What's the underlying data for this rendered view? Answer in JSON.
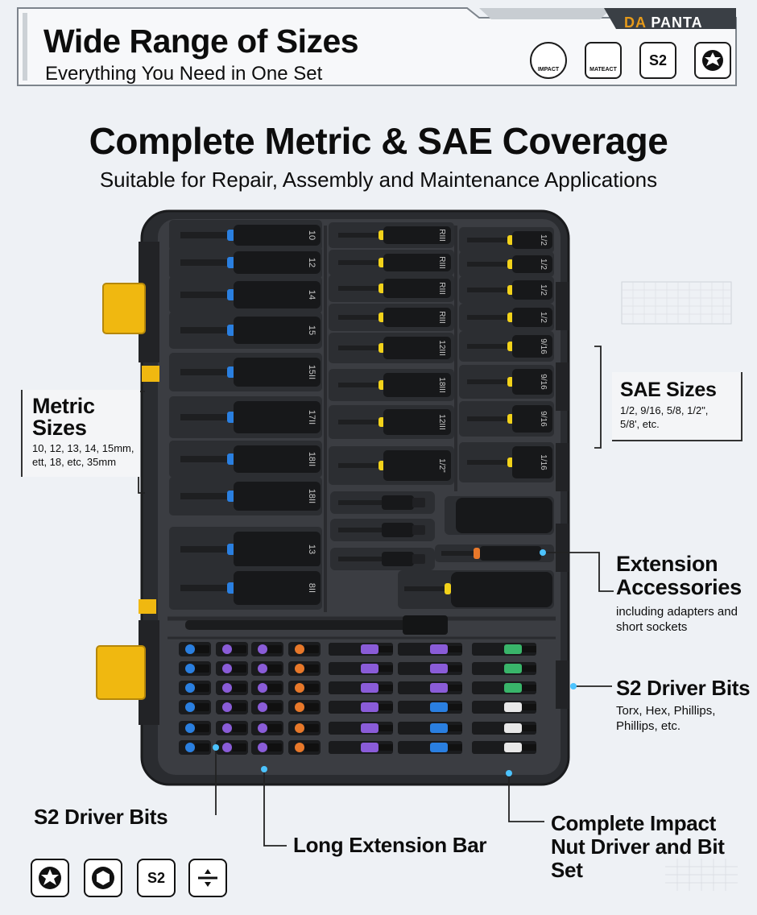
{
  "header": {
    "title": "Wide Range of Sizes",
    "subtitle": "Everything You Need in One Set",
    "brand_a": "DA",
    "brand_b": " PANTA",
    "badges": [
      {
        "label": "IMPACT",
        "icon": "impact-icon"
      },
      {
        "label": "MATEACT",
        "icon": "material-icon"
      },
      {
        "label": "S2",
        "icon": "s2-icon"
      },
      {
        "label": "",
        "icon": "torx-icon"
      }
    ]
  },
  "headline": {
    "title": "Complete Metric & SAE Coverage",
    "subtitle": "Suitable for Repair, Assembly and Maintenance Applications"
  },
  "metric": {
    "title_1": "Metric",
    "title_2": "Sizes",
    "desc_1": "10, 12, 13, 14, 15mm,",
    "desc_2": "ett, 18, etc, 35mm",
    "socket_labels": [
      "10",
      "12",
      "14",
      "15",
      "15II",
      "17II",
      "18II",
      "18II",
      "13",
      "8II"
    ]
  },
  "sae": {
    "title": "SAE Sizes",
    "desc_1": "1/2, 9/16, 5/8, 1/2\",",
    "desc_2": "5/8', etc.",
    "mid_labels": [
      "RIII",
      "RIII",
      "RIII",
      "RIII",
      "12III",
      "18III",
      "12III",
      "1/2\""
    ],
    "right_labels": [
      "1/2",
      "1/2",
      "1/2",
      "1/2",
      "9/16",
      "9/16",
      "9/16",
      "1/16"
    ]
  },
  "extension": {
    "title_1": "Extension",
    "title_2": "Accessories",
    "desc_1": "including adapters and",
    "desc_2": "short sockets"
  },
  "s2_right": {
    "title": "S2 Driver Bits",
    "desc_1": "Torx, Hex, Phillips,",
    "desc_2": "Phillips, etc."
  },
  "s2_left": {
    "title": "S2 Driver Bits"
  },
  "bar": {
    "title": "Long Extension Bar"
  },
  "kit": {
    "title_1": "Complete Impact",
    "title_2": "Nut Driver and Bit Set"
  },
  "bottom_icons": [
    {
      "icon": "torx-icon"
    },
    {
      "icon": "hex-icon"
    },
    {
      "label": "S2",
      "icon": "s2-icon"
    },
    {
      "icon": "shank-icon"
    }
  ],
  "colors": {
    "case": "#2f3135",
    "tray": "#3b3d42",
    "socket": "#17181a",
    "blue": "#2a7fe0",
    "yellow": "#f2d21a",
    "latch": "#f0b810",
    "purple": "#8a5cd8",
    "orange": "#e8782a",
    "green": "#39b56a"
  }
}
